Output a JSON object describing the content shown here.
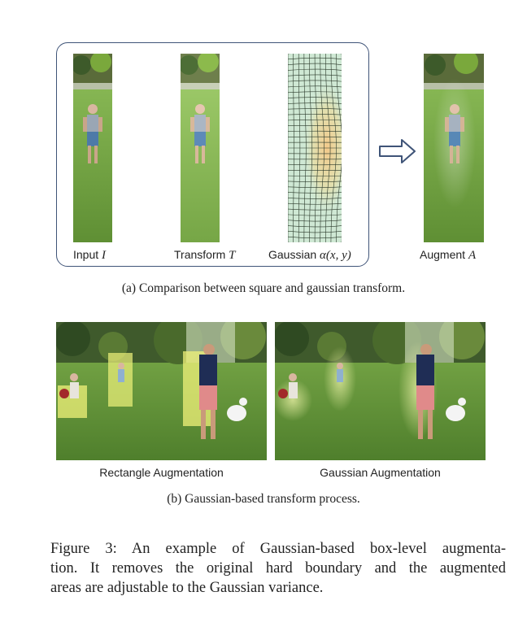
{
  "panel_a": {
    "labels": {
      "input": "Input",
      "input_sym": "I",
      "transform": "Transform",
      "transform_sym": "T",
      "gaussian": "Gaussian",
      "gaussian_sym": "α(x, y)",
      "augment": "Augment",
      "augment_sym": "A"
    },
    "caption": "(a)  Comparison between square and gaussian transform."
  },
  "panel_b": {
    "labels": {
      "rectangle": "Rectangle Augmentation",
      "gaussian": "Gaussian Augmentation"
    },
    "caption": "(b)  Gaussian-based transform process."
  },
  "figure_caption": {
    "line1": "Figure 3:  An example of Gaussian-based box-level augmenta-",
    "line2": "tion.  It removes the original hard boundary and the augmented",
    "line3": "areas are adjustable to the Gaussian variance."
  },
  "colors": {
    "frame": "#3f5478",
    "grass": "#6fa046",
    "highlight": "#f0f27a"
  }
}
